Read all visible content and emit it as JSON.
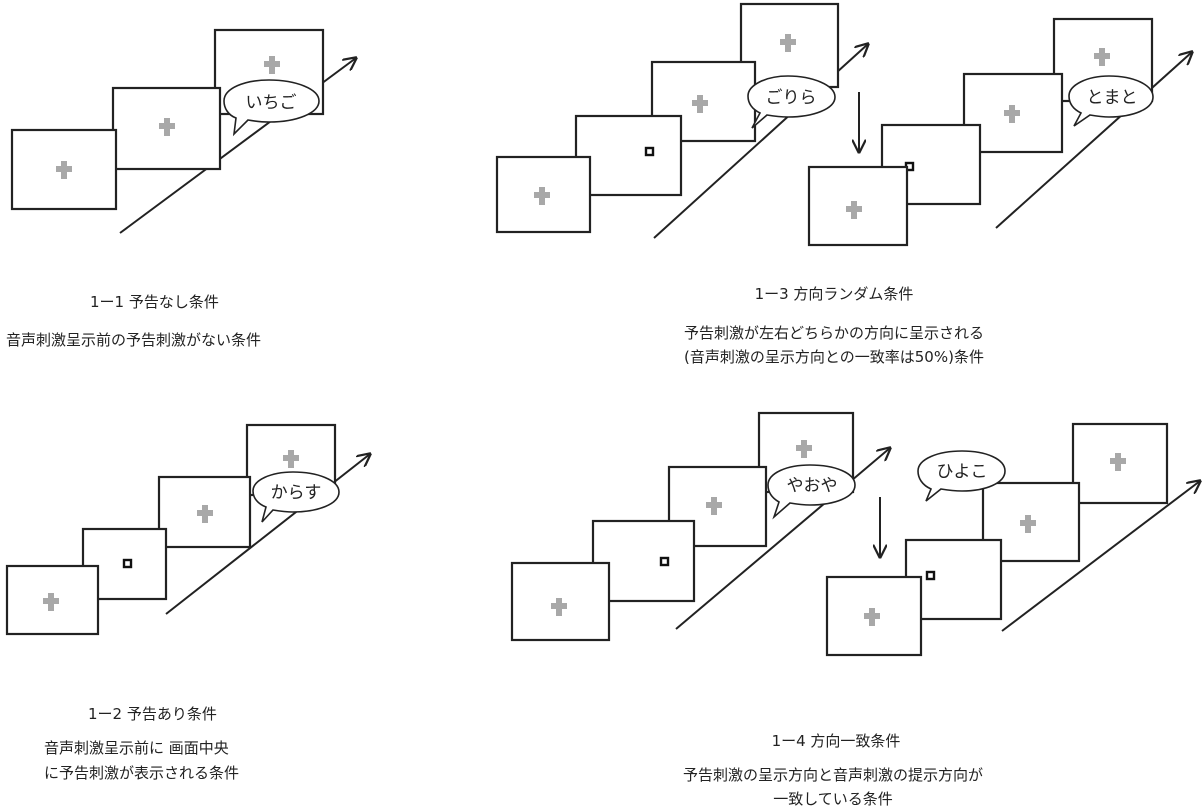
{
  "colors": {
    "ink": "#222222",
    "fixation": "#a8a8a8",
    "background": "#ffffff"
  },
  "conditions": [
    {
      "id": "1-1",
      "title": "1ー1 予告なし条件",
      "description": [
        "音声刺激呈示前の予告刺激がない条件"
      ],
      "words": [
        "いちご"
      ]
    },
    {
      "id": "1-2",
      "title": "1ー2 予告あり条件",
      "description": [
        "音声刺激呈示前に 画面中央",
        "に予告刺激が表示される条件"
      ],
      "words": [
        "からす"
      ]
    },
    {
      "id": "1-3",
      "title": "1ー3 方向ランダム条件",
      "description": [
        "予告刺激が左右どちらかの方向に呈示される",
        "(音声刺激の呈示方向との一致率は50%)条件"
      ],
      "words": [
        "ごりら",
        "とまと"
      ]
    },
    {
      "id": "1-4",
      "title": "1ー4 方向一致条件",
      "description": [
        "予告刺激の呈示方向と音声刺激の提示方向が",
        "一致している条件"
      ],
      "words": [
        "やおや",
        "ひよこ"
      ]
    }
  ]
}
